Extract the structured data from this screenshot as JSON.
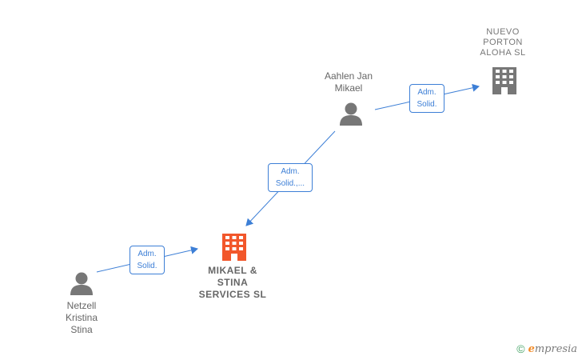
{
  "nodes": {
    "nuevo_porton": {
      "label": "NUEVO\nPORTON\nALOHA  SL",
      "type": "company",
      "color": "#777777"
    },
    "mikael_stina": {
      "label": "MIKAEL &\nSTINA\nSERVICES  SL",
      "type": "company",
      "color": "#f2572b"
    },
    "aahlen": {
      "label": "Aahlen Jan\nMikael",
      "type": "person",
      "color": "#777777"
    },
    "netzell": {
      "label": "Netzell\nKristina\nStina",
      "type": "person",
      "color": "#777777"
    }
  },
  "edges": {
    "aahlen_to_nuevo": "Adm.\nSolid.",
    "aahlen_to_mikael": "Adm.\nSolid.,...",
    "netzell_to_mikael": "Adm.\nSolid."
  },
  "edge_color": "#3d7fd6",
  "brand": {
    "copyright": "©",
    "e": "e",
    "rest": "mpresia"
  }
}
